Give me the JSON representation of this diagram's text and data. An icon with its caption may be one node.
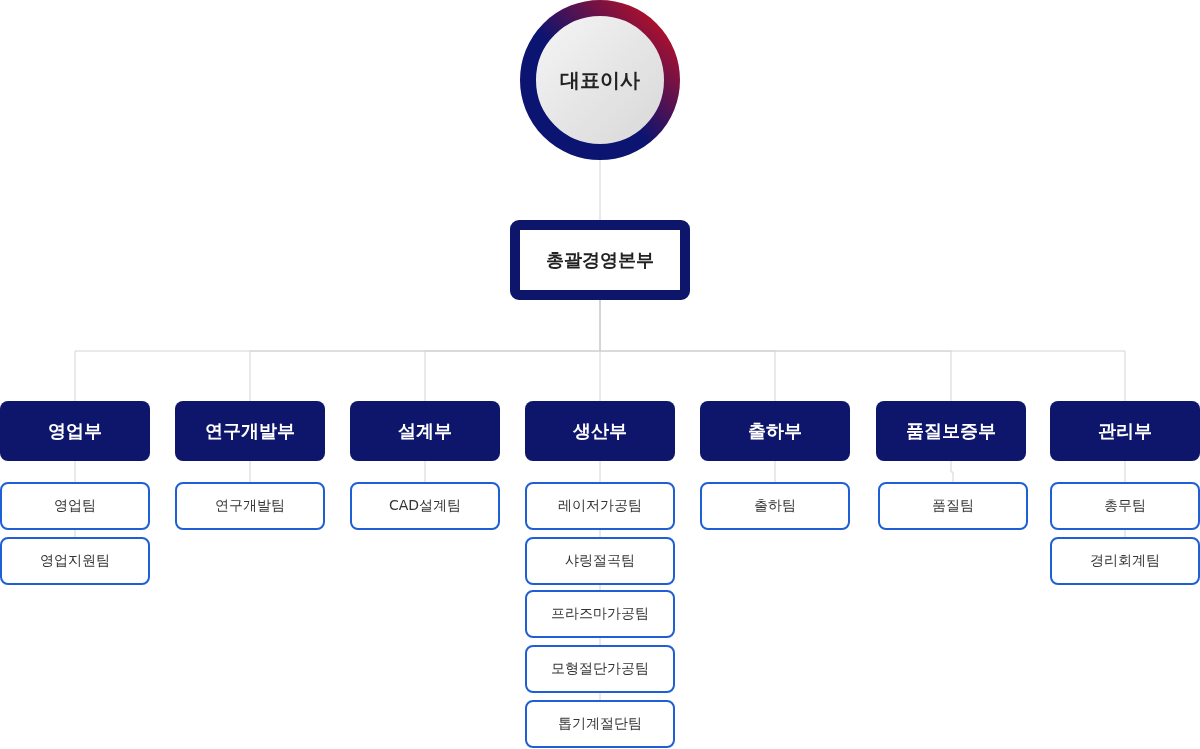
{
  "diagram": {
    "nodes": [
      {
        "text": [
          "대표이사"
        ]
      },
      {
        "text": [
          "총괄경영본부"
        ]
      },
      {
        "text": [
          "영업부"
        ]
      },
      {
        "text": [
          "연구개발부"
        ]
      },
      {
        "text": [
          "설계부"
        ]
      },
      {
        "text": [
          "생산부"
        ]
      },
      {
        "text": [
          "출하부"
        ]
      },
      {
        "text": [
          "품질보증부"
        ]
      },
      {
        "text": [
          "관리부"
        ]
      },
      {
        "text": [
          "영업팀"
        ]
      },
      {
        "text": [
          "영업지원팀"
        ]
      },
      {
        "text": [
          "연구개발팀"
        ]
      },
      {
        "text": [
          "CAD설계팀"
        ]
      },
      {
        "text": [
          "레이저가공팀"
        ]
      },
      {
        "text": [
          "샤링절곡팀"
        ]
      },
      {
        "text": [
          "프라즈마가공팀"
        ]
      },
      {
        "text": [
          "모형절단가공팀"
        ]
      },
      {
        "text": [
          "톱기계절단팀"
        ]
      },
      {
        "text": [
          "출하팀"
        ]
      },
      {
        "text": [
          "품질팀"
        ]
      },
      {
        "text": [
          "총무팀"
        ]
      },
      {
        "text": [
          "경리회계팀"
        ]
      }
    ],
    "edges": [
      {
        "from": 0,
        "to": 1,
        "arrow": "none"
      },
      {
        "from": 1,
        "to": 2,
        "arrow": "none"
      },
      {
        "from": 1,
        "to": 3,
        "arrow": "none"
      },
      {
        "from": 1,
        "to": 4,
        "arrow": "none"
      },
      {
        "from": 1,
        "to": 5,
        "arrow": "none"
      },
      {
        "from": 1,
        "to": 6,
        "arrow": "none"
      },
      {
        "from": 1,
        "to": 7,
        "arrow": "none"
      },
      {
        "from": 1,
        "to": 8,
        "arrow": "none"
      },
      {
        "from": 2,
        "to": 9,
        "arrow": "none"
      },
      {
        "from": 9,
        "to": 10,
        "arrow": "none"
      },
      {
        "from": 3,
        "to": 11,
        "arrow": "none"
      },
      {
        "from": 4,
        "to": 12,
        "arrow": "none"
      },
      {
        "from": 5,
        "to": 13,
        "arrow": "none"
      },
      {
        "from": 13,
        "to": 14,
        "arrow": "none"
      },
      {
        "from": 14,
        "to": 15,
        "arrow": "none"
      },
      {
        "from": 15,
        "to": 16,
        "arrow": "none"
      },
      {
        "from": 16,
        "to": 17,
        "arrow": "none"
      },
      {
        "from": 6,
        "to": 18,
        "arrow": "none"
      },
      {
        "from": 7,
        "to": 19,
        "arrow": "none"
      },
      {
        "from": 8,
        "to": 20,
        "arrow": "none"
      },
      {
        "from": 20,
        "to": 21,
        "arrow": "none"
      }
    ]
  }
}
